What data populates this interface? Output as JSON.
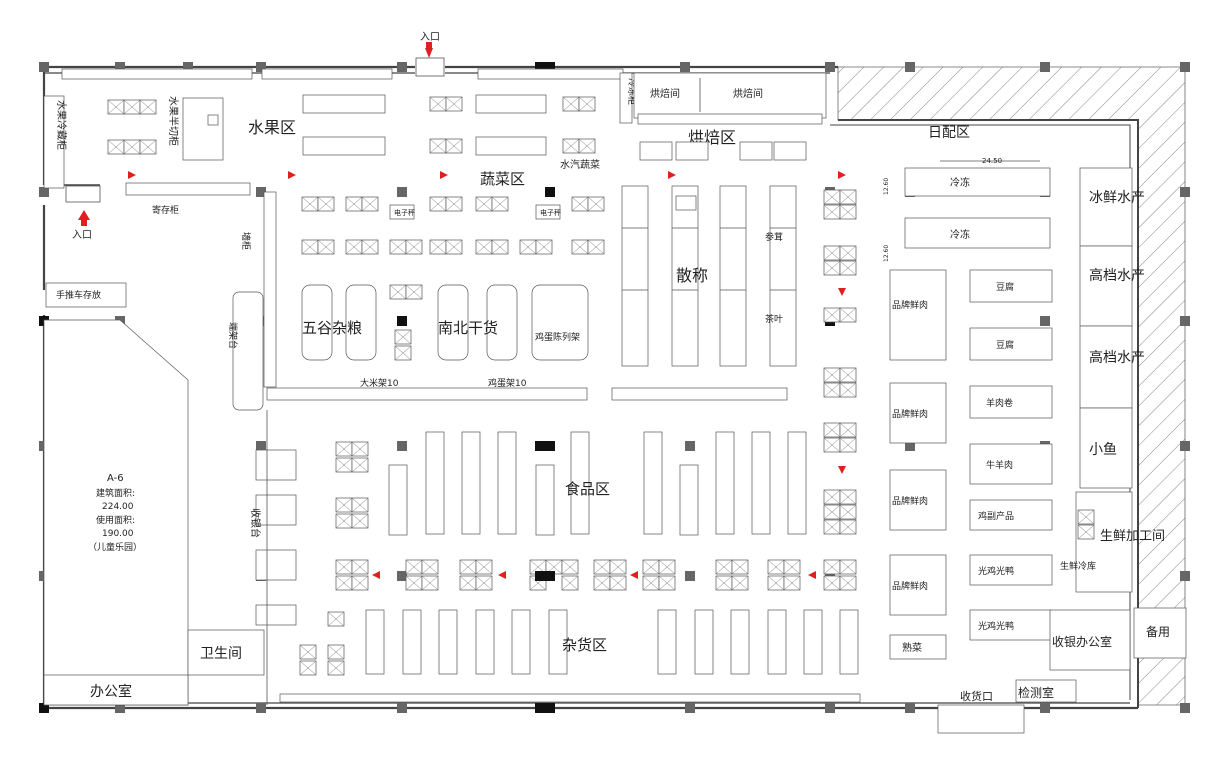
{
  "entrances": {
    "top": "入口",
    "left": "入口"
  },
  "top_row": {
    "fruit_cold": "水果冷藏柜",
    "fruit_cut": "水果半切柜",
    "fruit_zone": "水果区",
    "veg_zone": "蔬菜区",
    "water_veg": "水汽蔬菜",
    "bake_zone": "烘焙区",
    "bake_kitchen": "烘焙间",
    "bake_counter": "烘焙间",
    "cold_rack": "冷冻柜",
    "daily_zone": "日配区",
    "storage": "寄存柜"
  },
  "mid": {
    "bulk": "散称",
    "rice_zone": "五谷杂粮",
    "snack_zone": "南北干货",
    "chicken": "鸡蛋陈列架",
    "rack_a": "大米架10",
    "rack_b": "鸡蛋架10",
    "ginseng": "参茸",
    "tea": "茶叶",
    "scale_1": "电子秤",
    "scale_2": "电子秤",
    "wall_shelf": "墙柜",
    "promo": "端架台",
    "cart_park": "手推车存放"
  },
  "daily": {
    "freeze_1": "冷冻",
    "freeze_2": "冷冻",
    "dim_1": "24.50",
    "dim_2": "12.60",
    "dim_3": "12.60",
    "tofu": "豆腐",
    "dry_tofu": "豆腐",
    "mutton": "羊肉卷",
    "beef": "牛羊肉",
    "chicken_prod": "鸡副产品",
    "duck_1": "光鸡光鸭",
    "duck_2": "光鸡光鸭",
    "brand_meat_1": "品牌鲜肉",
    "brand_meat_2": "品牌鲜肉",
    "brand_meat_3": "品牌鲜肉",
    "brand_meat_4": "品牌鲜肉",
    "cooked": "熟菜",
    "fresh_aqua": "冰鲜水产",
    "high_aqua_1": "高档水产",
    "high_aqua_2": "高档水产",
    "small_fish": "小鱼",
    "fresh_processing": "生鲜加工间",
    "fresh_room": "生鲜冷库"
  },
  "bottom": {
    "food_zone": "食品区",
    "grocery_zone": "杂货区",
    "checkout": "收银台",
    "kids_title": "A-6",
    "kids_area1": "建筑面积:",
    "kids_area1_val": "224.00",
    "kids_area2": "使用面积:",
    "kids_area2_val": "190.00",
    "kids_name": "（儿童乐园）",
    "toilet": "卫生间",
    "office": "办公室",
    "collect": "收货口",
    "inspect": "检测室",
    "cashier_office": "收银办公室",
    "spare": "备用"
  }
}
